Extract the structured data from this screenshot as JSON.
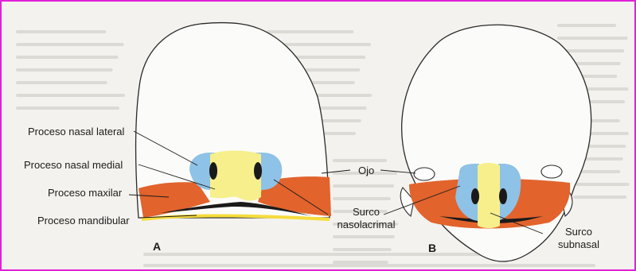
{
  "colors": {
    "frame": "#e020d8",
    "background": "#f3f2ee",
    "bleed_text": "#c9c8c2",
    "maxillary": "#e2632c",
    "lateral_nasal": "#8ec2e6",
    "medial_nasal": "#f7ef8c",
    "mandibular": "#f6dc3c",
    "dark": "#1a1a1a",
    "outline": "#2a2a2a"
  },
  "labels": {
    "lateral_nasal": "Proceso nasal lateral",
    "medial_nasal": "Proceso nasal medial",
    "maxillary": "Proceso maxilar",
    "mandibular": "Proceso mandibular",
    "eye": "Ojo",
    "nasolacrimal_1": "Surco",
    "nasolacrimal_2": "nasolacrimal",
    "subnasal_1": "Surco",
    "subnasal_2": "subnasal"
  },
  "panels": {
    "a": "A",
    "b": "B"
  }
}
